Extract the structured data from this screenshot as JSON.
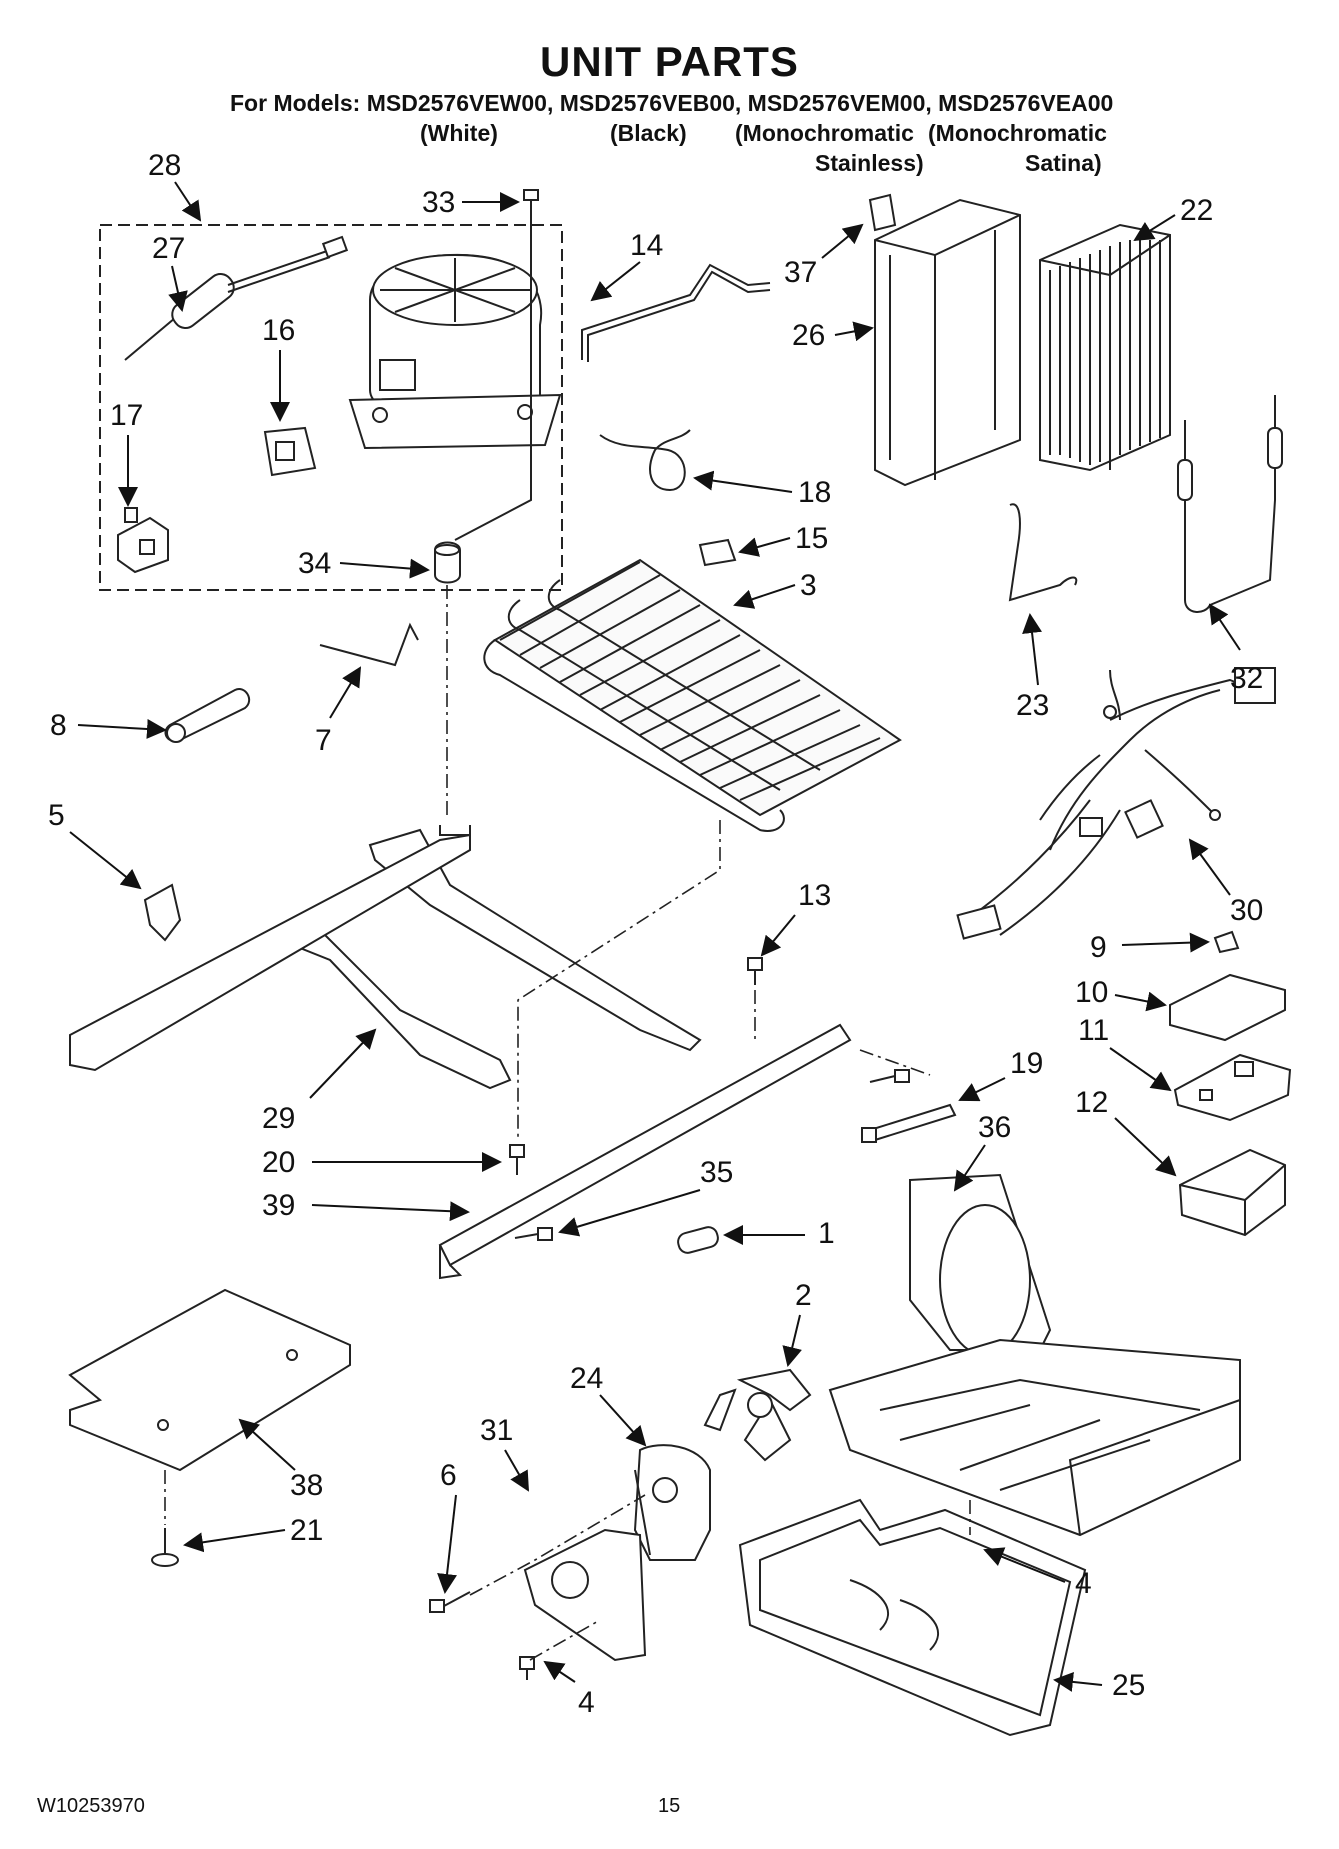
{
  "header": {
    "title": "UNIT PARTS",
    "models_line": "For Models: MSD2576VEW00, MSD2576VEB00, MSD2576VEM00, MSD2576VEA00",
    "variants": {
      "white": "(White)",
      "black": "(Black)",
      "mono_stainless_1": "(Monochromatic",
      "mono_stainless_2": "Stainless)",
      "mono_satina_1": "(Monochromatic",
      "mono_satina_2": "Satina)"
    }
  },
  "callouts": {
    "p1": "1",
    "p2": "2",
    "p3": "3",
    "p4a": "4",
    "p4b": "4",
    "p5": "5",
    "p6": "6",
    "p7": "7",
    "p8": "8",
    "p9": "9",
    "p10": "10",
    "p11": "11",
    "p12": "12",
    "p13": "13",
    "p14": "14",
    "p15": "15",
    "p16": "16",
    "p17": "17",
    "p18": "18",
    "p19": "19",
    "p20": "20",
    "p21": "21",
    "p22": "22",
    "p23": "23",
    "p24": "24",
    "p25": "25",
    "p26": "26",
    "p27": "27",
    "p28": "28",
    "p29": "29",
    "p30": "30",
    "p31": "31",
    "p32": "32",
    "p33": "33",
    "p34": "34",
    "p35": "35",
    "p36": "36",
    "p37": "37",
    "p38": "38",
    "p39": "39"
  },
  "footer": {
    "doc_number": "W10253970",
    "page_number": "15"
  }
}
